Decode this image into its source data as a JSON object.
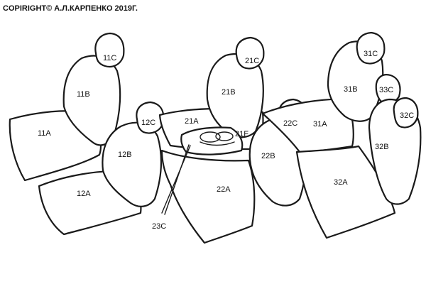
{
  "copyright": "COPIRIGHT© А.Л.КАРПЕНКО 2019Г.",
  "labels": {
    "l11A": "11A",
    "l11B": "11B",
    "l11C": "11C",
    "l12A": "12A",
    "l12B": "12B",
    "l12C": "12C",
    "l21A": "21A",
    "l21B": "21B",
    "l21C": "21C",
    "l21F": "21F",
    "l22A": "22A",
    "l22B": "22B",
    "l22C": "22C",
    "l23C": "23C",
    "l31A": "31A",
    "l31B": "31B",
    "l31C": "31C",
    "l32A": "32A",
    "l32B": "32B",
    "l32C": "32C",
    "l33C": "33C"
  }
}
